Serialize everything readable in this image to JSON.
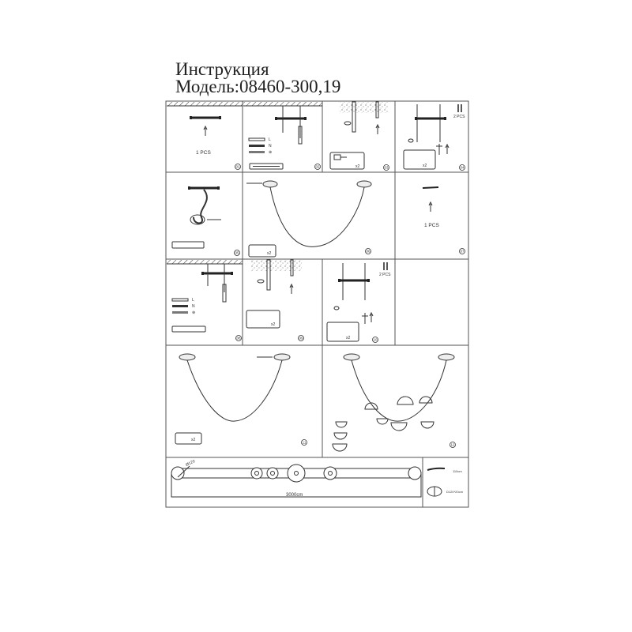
{
  "header": {
    "title": "Инструкция",
    "model": "Модель:08460-300,19"
  },
  "steps": [
    {
      "number": "01",
      "caption": "1 PCS"
    },
    {
      "number": "02",
      "labels": [
        "L",
        "N",
        "⊕"
      ]
    },
    {
      "number": "03",
      "quantity": "x2"
    },
    {
      "number": "04",
      "caption": "2 PCS",
      "quantity": "x2"
    },
    {
      "number": "05"
    },
    {
      "number": "06",
      "quantity": "x2"
    },
    {
      "number": "07",
      "caption": "1 PCS"
    },
    {
      "number": "08",
      "labels": [
        "L",
        "N",
        "⊕"
      ]
    },
    {
      "number": "09",
      "quantity": "x2"
    },
    {
      "number": "10",
      "caption": "2 PCS",
      "quantity": "x2"
    },
    {
      "number": "11",
      "quantity": "x2"
    },
    {
      "number": "12"
    }
  ],
  "dimensions": {
    "length": "3000cm",
    "diameter": "Ø120",
    "height": "110cm",
    "canopy": "D120*20cm"
  }
}
